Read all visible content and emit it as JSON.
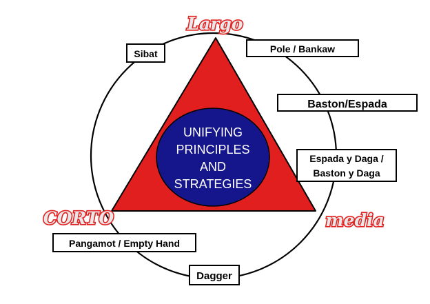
{
  "ranges": {
    "largo": "Largo",
    "corto": "CORTO",
    "media": "media"
  },
  "weapons": {
    "sibat": "Sibat",
    "pole": "Pole / Bankaw",
    "baston_espada": "Baston/Espada",
    "espada_daga_line1": "Espada y Daga /",
    "espada_daga_line2": "Baston y Daga",
    "pangamot": "Pangamot / Empty Hand",
    "dagger": "Dagger"
  },
  "center": {
    "line1": "UNIFYING",
    "line2": "PRINCIPLES",
    "line3": "AND",
    "line4": "STRATEGIES"
  },
  "colors": {
    "triangle_fill": "#e11f1f",
    "center_fill": "#16168c",
    "range_label_outline": "#e22020"
  }
}
